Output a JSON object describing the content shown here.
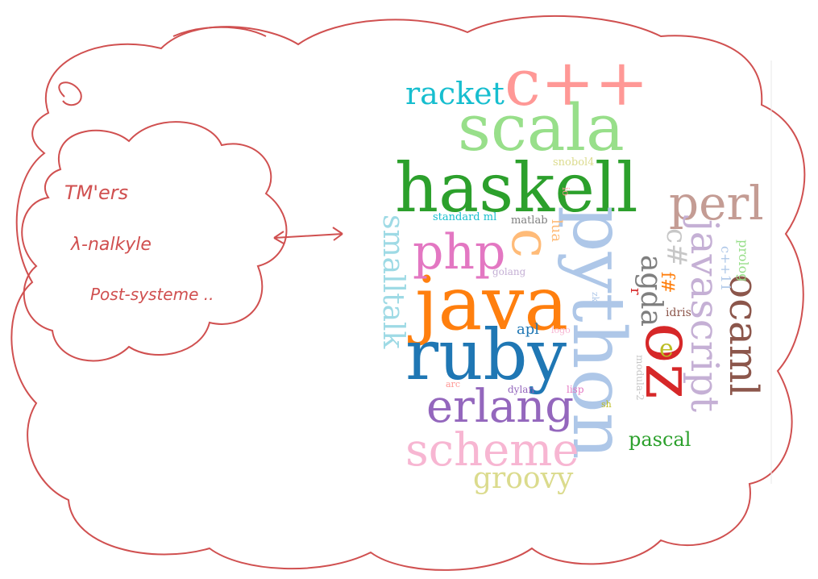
{
  "notes": {
    "line1": "TM'ers",
    "line2": "λ-nalkyle",
    "line3": "Post-systeme .."
  },
  "colors": {
    "ink": "#d05050"
  },
  "words": [
    {
      "text": "haskell",
      "color": "#2ca02c"
    },
    {
      "text": "scala",
      "color": "#98df8a"
    },
    {
      "text": "c++",
      "color": "#ff9896"
    },
    {
      "text": "racket",
      "color": "#17becf"
    },
    {
      "text": "python",
      "color": "#aec7e8"
    },
    {
      "text": "java",
      "color": "#ff7f0e"
    },
    {
      "text": "ruby",
      "color": "#1f77b4"
    },
    {
      "text": "php",
      "color": "#e377c2"
    },
    {
      "text": "c",
      "color": "#ffbb78"
    },
    {
      "text": "erlang",
      "color": "#9467bd"
    },
    {
      "text": "scheme",
      "color": "#f7b6d2"
    },
    {
      "text": "groovy",
      "color": "#dbdb8d"
    },
    {
      "text": "perl",
      "color": "#c49c94"
    },
    {
      "text": "ocaml",
      "color": "#8c564b"
    },
    {
      "text": "javascript",
      "color": "#c5b0d5"
    },
    {
      "text": "oz",
      "color": "#d62728"
    },
    {
      "text": "agda",
      "color": "#7f7f7f"
    },
    {
      "text": "c#",
      "color": "#c7c7c7"
    },
    {
      "text": "smalltalk",
      "color": "#9edae5"
    },
    {
      "text": "pascal",
      "color": "#2ca02c"
    },
    {
      "text": "prolog",
      "color": "#98df8a"
    },
    {
      "text": "c++11",
      "color": "#aec7e8"
    },
    {
      "text": "e",
      "color": "#bcbd22"
    },
    {
      "text": "f#",
      "color": "#ff7f0e"
    },
    {
      "text": "r",
      "color": "#d62728"
    },
    {
      "text": "idris",
      "color": "#8c564b"
    },
    {
      "text": "modula-2",
      "color": "#c7c7c7"
    },
    {
      "text": "zkl",
      "color": "#aec7e8"
    },
    {
      "text": "sh",
      "color": "#bcbd22"
    },
    {
      "text": "lua",
      "color": "#ffbb78"
    },
    {
      "text": "io",
      "color": "#ff9896"
    },
    {
      "text": "snobol4",
      "color": "#dbdb8d"
    },
    {
      "text": "matlab",
      "color": "#7f7f7f"
    },
    {
      "text": "standard ml",
      "color": "#17becf"
    },
    {
      "text": "golang",
      "color": "#c5b0d5"
    },
    {
      "text": "apl",
      "color": "#1f77b4"
    },
    {
      "text": "logo",
      "color": "#f7b6d2"
    },
    {
      "text": "arc",
      "color": "#ff9896"
    },
    {
      "text": "dylan",
      "color": "#9467bd"
    },
    {
      "text": "lisp",
      "color": "#e377c2"
    }
  ]
}
